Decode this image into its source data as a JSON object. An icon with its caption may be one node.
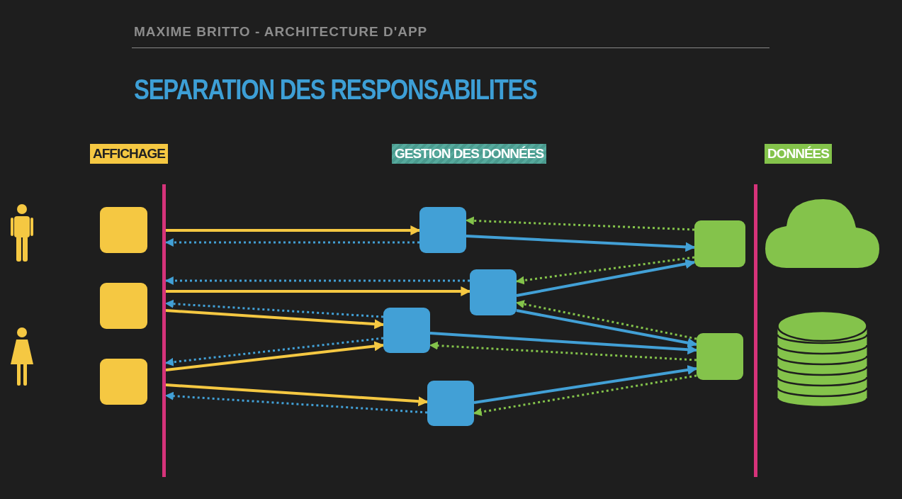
{
  "diagram": {
    "title": "SEPARATION DES RESPONSABILITES",
    "nodes": [
      {
        "text": [],
        "shape": "person"
      },
      {
        "text": [],
        "shape": "person"
      },
      {
        "text": [],
        "shape": "box"
      },
      {
        "text": [],
        "shape": "box"
      },
      {
        "text": [],
        "shape": "box"
      },
      {
        "text": [],
        "shape": "bar"
      },
      {
        "text": [],
        "shape": "box"
      },
      {
        "text": [],
        "shape": "box"
      },
      {
        "text": [],
        "shape": "box"
      },
      {
        "text": [],
        "shape": "box"
      },
      {
        "text": [],
        "shape": "box"
      },
      {
        "text": [],
        "shape": "box"
      },
      {
        "text": [],
        "shape": "bar"
      },
      {
        "text": [],
        "shape": "cloud"
      },
      {
        "text": [],
        "shape": "cylinder"
      }
    ],
    "edges": [
      {
        "from": 5,
        "to": 6,
        "arrow": "to",
        "color": "#f5c842"
      },
      {
        "from": 6,
        "to": 5,
        "arrow": "to",
        "style": "dashed",
        "color": "#42a0d6"
      },
      {
        "from": 7,
        "to": 5,
        "arrow": "to",
        "style": "dashed",
        "color": "#42a0d6"
      },
      {
        "from": 5,
        "to": 7,
        "arrow": "to",
        "color": "#f5c842"
      },
      {
        "from": 8,
        "to": 5,
        "arrow": "to",
        "style": "dashed",
        "color": "#42a0d6"
      },
      {
        "from": 5,
        "to": 8,
        "arrow": "to",
        "color": "#f5c842"
      },
      {
        "from": 8,
        "to": 5,
        "arrow": "to",
        "style": "dashed",
        "color": "#42a0d6"
      },
      {
        "from": 5,
        "to": 8,
        "arrow": "to",
        "color": "#f5c842"
      },
      {
        "from": 5,
        "to": 9,
        "arrow": "to",
        "color": "#f5c842"
      },
      {
        "from": 9,
        "to": 5,
        "arrow": "to",
        "style": "dashed",
        "color": "#42a0d6"
      },
      {
        "from": 10,
        "to": 6,
        "arrow": "to",
        "style": "dashed",
        "color": "#84c34b"
      },
      {
        "from": 6,
        "to": 10,
        "arrow": "to",
        "color": "#42a0d6"
      },
      {
        "from": 10,
        "to": 7,
        "arrow": "to",
        "style": "dashed",
        "color": "#84c34b"
      },
      {
        "from": 7,
        "to": 10,
        "arrow": "to",
        "color": "#42a0d6"
      },
      {
        "from": 11,
        "to": 7,
        "arrow": "to",
        "style": "dashed",
        "color": "#84c34b"
      },
      {
        "from": 7,
        "to": 11,
        "arrow": "to",
        "color": "#42a0d6"
      },
      {
        "from": 8,
        "to": 11,
        "arrow": "to",
        "color": "#42a0d6"
      },
      {
        "from": 11,
        "to": 8,
        "arrow": "to",
        "style": "dashed",
        "color": "#84c34b"
      },
      {
        "from": 9,
        "to": 11,
        "arrow": "to",
        "color": "#42a0d6"
      },
      {
        "from": 11,
        "to": 9,
        "arrow": "to",
        "style": "dashed",
        "color": "#84c34b"
      }
    ],
    "labels": [
      "MAXIME BRITTO - ARCHITECTURE D'APP",
      "AFFICHAGE",
      "GESTION DES DONNÉES",
      "DONNÉES"
    ]
  }
}
